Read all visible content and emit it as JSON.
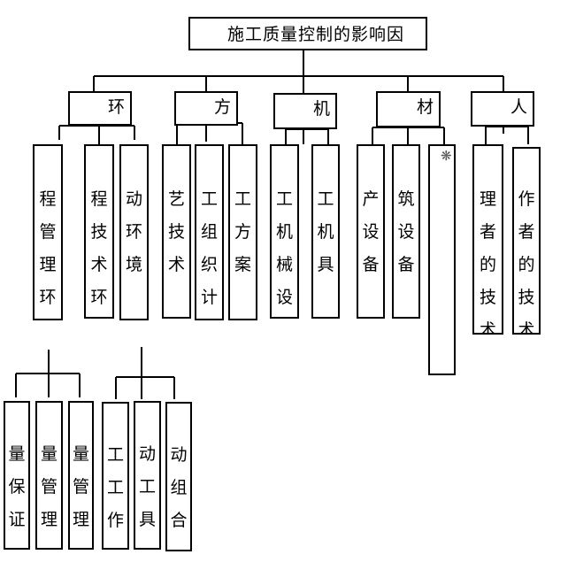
{
  "title": "施工质量控制的影响因",
  "categories": [
    {
      "label": "环",
      "children": [
        "程管理环",
        "程技术环",
        "动环境"
      ]
    },
    {
      "label": "方",
      "children": [
        "艺技术",
        "工组织计",
        "工方案"
      ]
    },
    {
      "label": "机",
      "children": [
        "工机械设",
        "工机具"
      ]
    },
    {
      "label": "材",
      "children": [
        "产设备",
        "筑设备",
        ""
      ]
    },
    {
      "label": "人",
      "children": [
        "理者的技术",
        "作者的技术"
      ]
    }
  ],
  "subgroups": [
    {
      "parent": "程管理环",
      "children": [
        "量保证",
        "量管理",
        "量管理"
      ]
    },
    {
      "parent": "动环境",
      "children": [
        "工工作",
        "动工具",
        "动组合"
      ]
    }
  ]
}
